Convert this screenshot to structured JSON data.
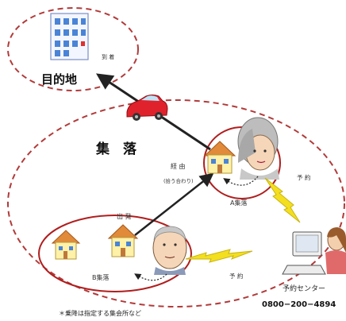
{
  "labels": {
    "destination": "目的地",
    "arrival": "到 着",
    "village": "集　落",
    "via": "経 由",
    "via_note": "(拾う合わり)",
    "hamlet_a": "A集落",
    "departure": "出 発",
    "hamlet_b": "B集落",
    "reserve_right": "予 約",
    "reserve_bottom": "予 約",
    "reservation_center": "予約センター",
    "phone": "0800−200−4894",
    "footnote": "＊乗降は指定する集会所など"
  },
  "colors": {
    "dashed_outline": "#b23a3a",
    "solid_outline": "#b01e1e",
    "arrow": "#222222",
    "lightning": "#f3df1f",
    "car": "#e0222d",
    "building": "#f4f6ff",
    "building_windows": "#4a84d6",
    "house_wall": "#fff1a8",
    "house_roof": "#e08a3a"
  },
  "icons": {
    "destination_building": "office-building-icon",
    "car": "car-icon",
    "house": "house-icon",
    "elder_woman": "elderly-woman-icon",
    "elder_man": "elderly-man-icon",
    "operator": "call-center-operator-icon"
  }
}
